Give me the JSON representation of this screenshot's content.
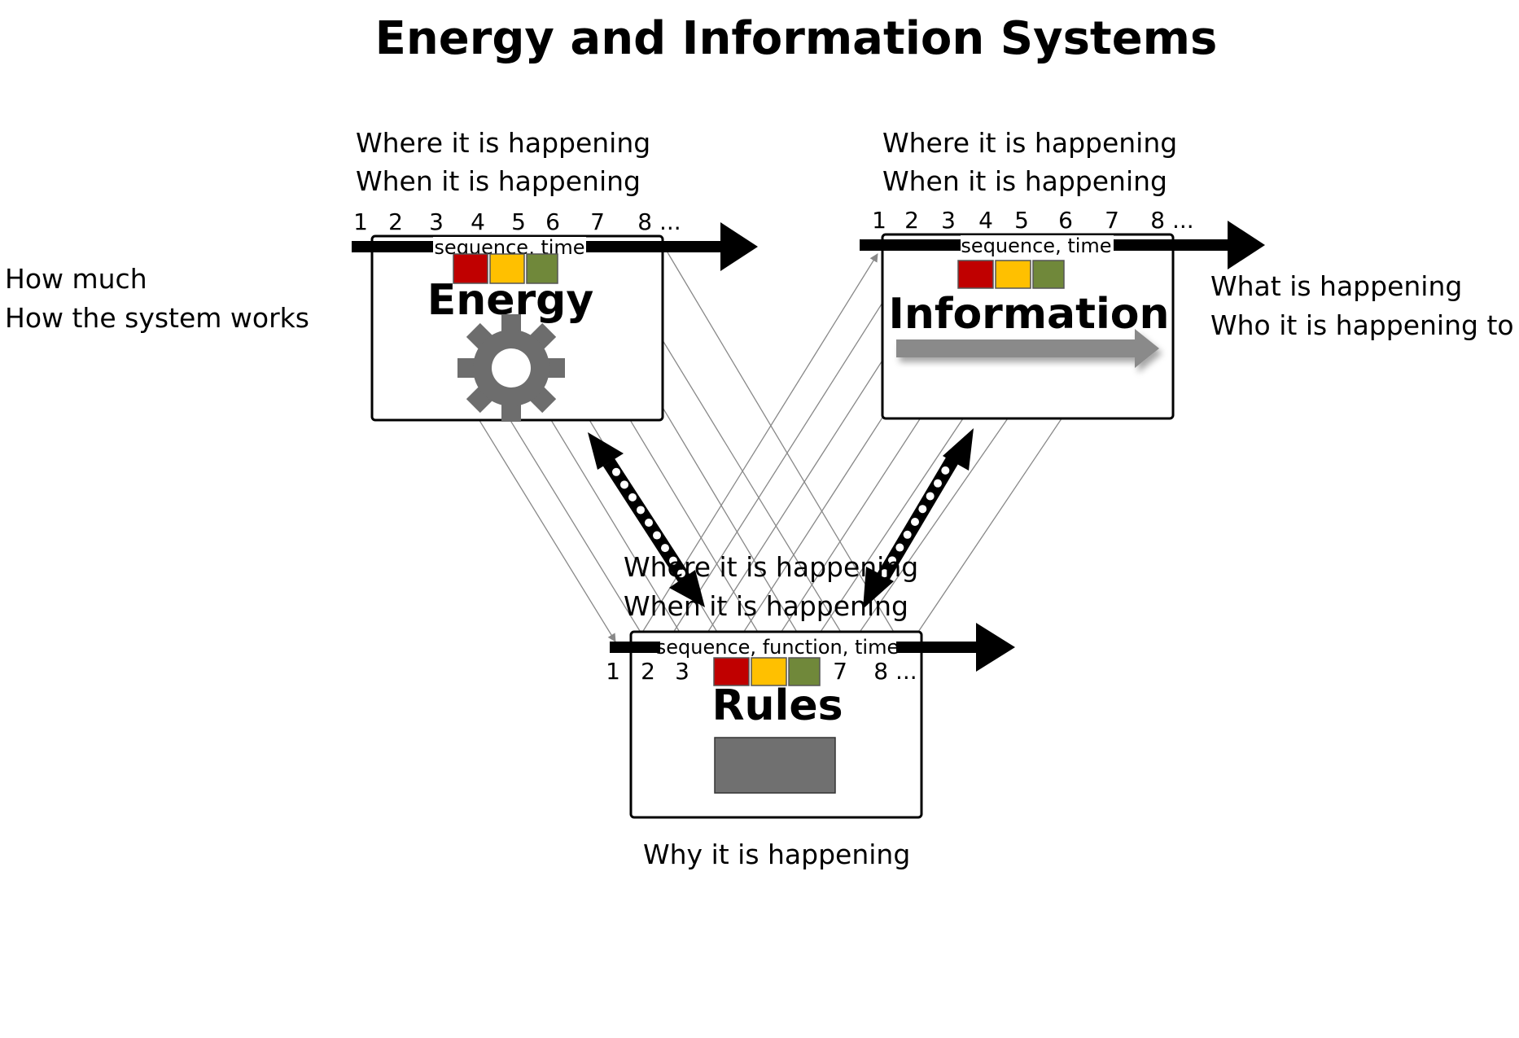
{
  "title": "Energy and Information Systems",
  "energy": {
    "label": "Energy",
    "axis_label": "sequence, time",
    "ticks": [
      "1",
      "2",
      "3",
      "4",
      "5",
      "6",
      "7",
      "8 ..."
    ],
    "annotations_top": [
      "Where it is happening",
      "When it is happening"
    ],
    "annotations_side": [
      "How much",
      "How the system works"
    ],
    "icon": "gear-icon"
  },
  "information": {
    "label": "Information",
    "axis_label": "sequence, time",
    "ticks": [
      "1",
      "2",
      "3",
      "4",
      "5",
      "6",
      "7",
      "8 ..."
    ],
    "annotations_top": [
      "Where it is happening",
      "When it is happening"
    ],
    "annotations_side": [
      "What is happening",
      "Who it is happening to"
    ],
    "icon": "flow-arrow-icon"
  },
  "rules": {
    "label": "Rules",
    "axis_label": "sequence, function, time",
    "ticks": [
      "1",
      "2",
      "3",
      "7",
      "8 ..."
    ],
    "annotations_top": [
      "Where it is happening",
      "When it is happening"
    ],
    "annotations_bottom": [
      "Why it is happening"
    ],
    "icon": "rules-block-icon"
  },
  "status_colors": {
    "red": "#c00000",
    "yellow": "#ffc000",
    "green": "#70883a"
  },
  "colors": {
    "axis": "#000000",
    "gear": "#6d6d6d",
    "block": "#707070",
    "connector": "#888888"
  }
}
